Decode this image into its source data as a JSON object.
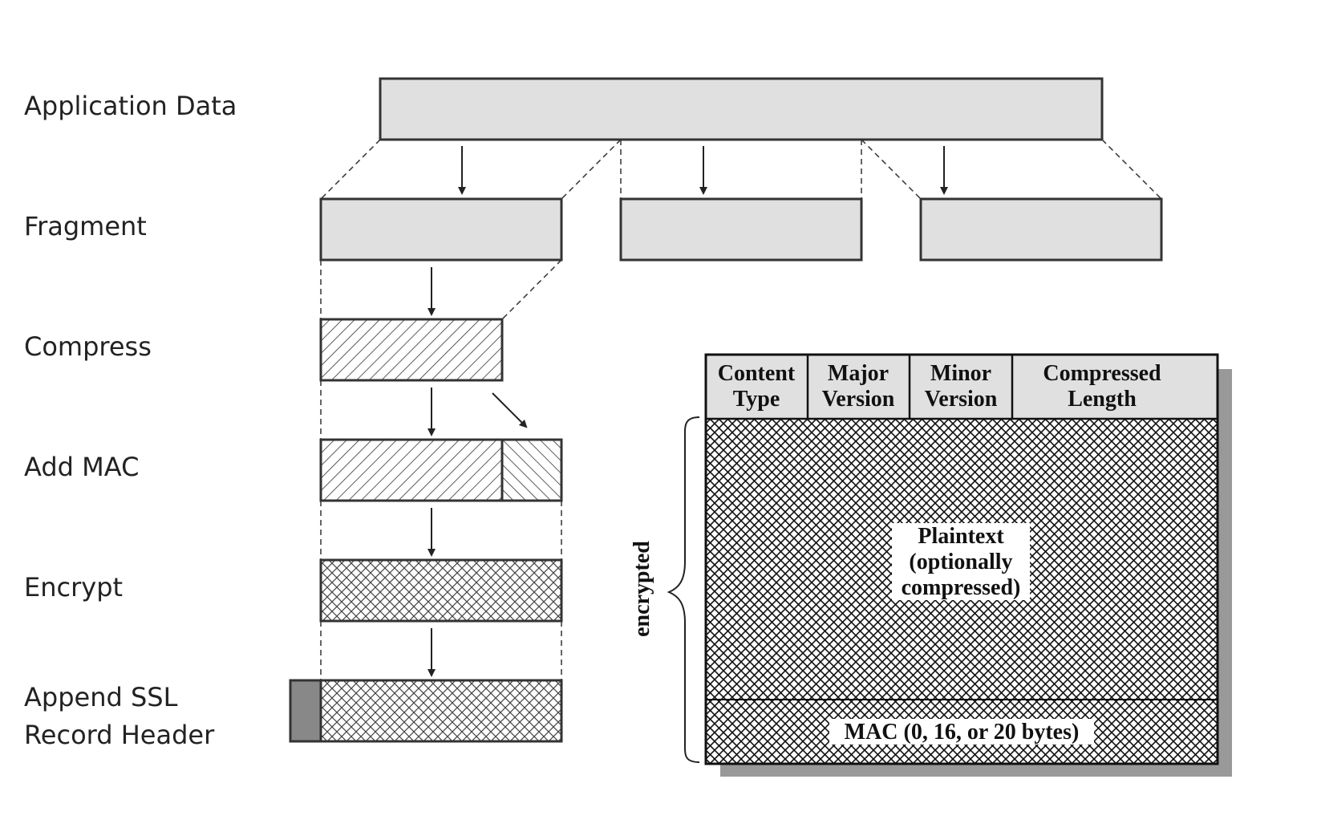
{
  "steps": {
    "application_data": "Application Data",
    "fragment": "Fragment",
    "compress": "Compress",
    "add_mac": "Add MAC",
    "encrypt": "Encrypt",
    "append_ssl_line1": "Append SSL",
    "append_ssl_line2": "Record Header"
  },
  "record": {
    "headers": [
      {
        "line1": "Content",
        "line2": "Type"
      },
      {
        "line1": "Major",
        "line2": "Version"
      },
      {
        "line1": "Minor",
        "line2": "Version"
      },
      {
        "line1": "Compressed",
        "line2": "Length"
      }
    ],
    "plaintext": [
      "Plaintext",
      "(optionally",
      "compressed)"
    ],
    "mac": "MAC (0, 16, or 20 bytes)",
    "encrypted_label": "encrypted"
  },
  "colors": {
    "block_fill": "#e0e0e0",
    "stroke": "#333333",
    "header_block": "#888888",
    "shadow": "#999999"
  }
}
